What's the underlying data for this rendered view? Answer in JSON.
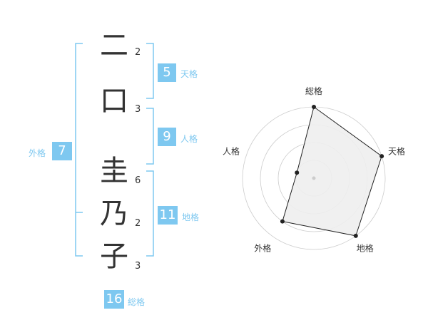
{
  "name": {
    "chars": [
      {
        "char": "二",
        "strokes": "2"
      },
      {
        "char": "口",
        "strokes": "3"
      },
      {
        "char": "圭",
        "strokes": "6"
      },
      {
        "char": "乃",
        "strokes": "2"
      },
      {
        "char": "子",
        "strokes": "3"
      }
    ]
  },
  "fortune": {
    "tenkaku": {
      "value": "5",
      "label": "天格"
    },
    "jinkaku": {
      "value": "9",
      "label": "人格"
    },
    "chikaku": {
      "value": "11",
      "label": "地格"
    },
    "gaikaku": {
      "value": "7",
      "label": "外格"
    },
    "soukaku": {
      "value": "16",
      "label": "総格"
    }
  },
  "radar": {
    "axes": [
      "総格",
      "天格",
      "地格",
      "外格",
      "人格"
    ],
    "levels": 4,
    "values": [
      4,
      4,
      4,
      3,
      1
    ],
    "max": 4
  },
  "colors": {
    "accent": "#7ec8f0",
    "text": "#333333",
    "grid": "#cccccc",
    "fill": "#eeeeee"
  }
}
